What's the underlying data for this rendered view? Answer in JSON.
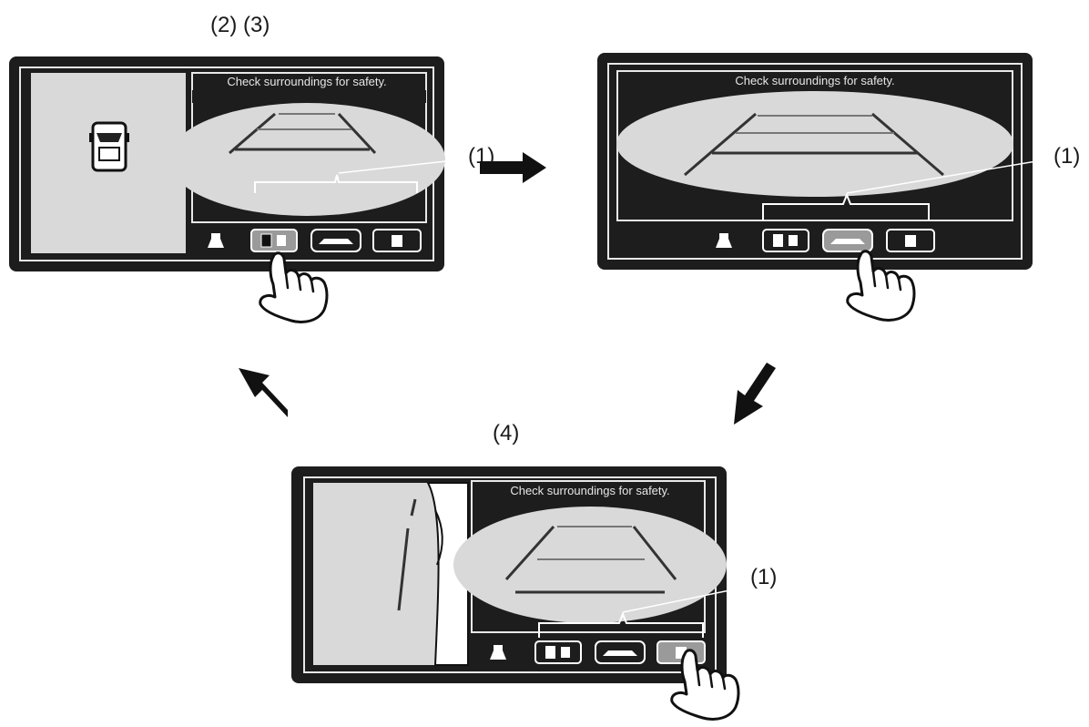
{
  "labels": {
    "steps_2_3": "(2) (3)",
    "step_4": "(4)",
    "guide_line_callout": "(1)"
  },
  "screen_message": "Check surroundings for safety.",
  "screens": [
    {
      "view": "overhead-and-rear",
      "pressed_button": "icon-button-2"
    },
    {
      "view": "wide-rear",
      "pressed_button": "icon-button-3"
    },
    {
      "view": "side-and-rear",
      "pressed_button": "icon-button-4"
    }
  ],
  "colors": {
    "bezel": "#1d1d1d",
    "panel_light": "#d9d9d9",
    "arrow": "#111111"
  }
}
